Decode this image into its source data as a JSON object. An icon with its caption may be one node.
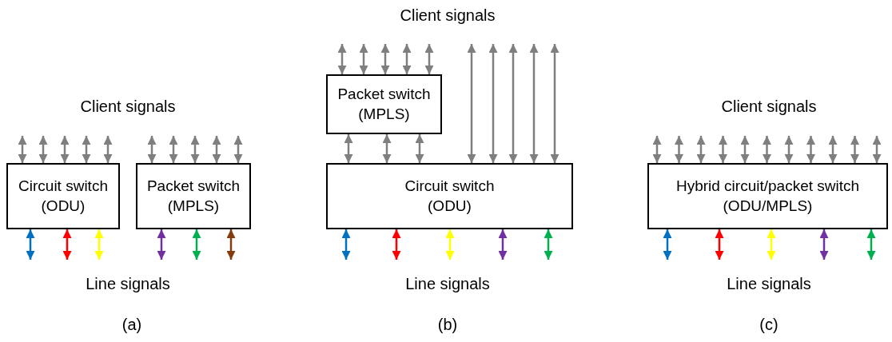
{
  "diagram": {
    "nodes": [
      {
        "text": [
          "Circuit switch (ODU)"
        ]
      },
      {
        "text": [
          "Packet switch (MPLS)"
        ]
      },
      {
        "text": [
          "Packet switch (MPLS)"
        ]
      },
      {
        "text": [
          "Circuit switch (ODU)"
        ]
      },
      {
        "text": [
          "Hybrid circuit/packet switch (ODU/MPLS)"
        ]
      }
    ],
    "edges": [
      {
        "from": 0,
        "to": null,
        "arrow": "both"
      },
      {
        "from": 0,
        "to": null,
        "arrow": "both"
      },
      {
        "from": 0,
        "to": null,
        "arrow": "both"
      },
      {
        "from": 0,
        "to": null,
        "arrow": "both"
      },
      {
        "from": 0,
        "to": null,
        "arrow": "both"
      },
      {
        "from": 1,
        "to": null,
        "arrow": "both"
      },
      {
        "from": 1,
        "to": null,
        "arrow": "both"
      },
      {
        "from": 1,
        "to": null,
        "arrow": "both"
      },
      {
        "from": 1,
        "to": null,
        "arrow": "both"
      },
      {
        "from": 1,
        "to": null,
        "arrow": "both"
      },
      {
        "from": 0,
        "to": null,
        "arrow": "both",
        "color": "#0070c0"
      },
      {
        "from": 0,
        "to": null,
        "arrow": "both",
        "color": "#ff0000"
      },
      {
        "from": 0,
        "to": null,
        "arrow": "both",
        "color": "#ffff00"
      },
      {
        "from": 1,
        "to": null,
        "arrow": "both",
        "color": "#7030a0"
      },
      {
        "from": 1,
        "to": null,
        "arrow": "both",
        "color": "#00b050"
      },
      {
        "from": 1,
        "to": null,
        "arrow": "both",
        "color": "#843c0c"
      },
      {
        "from": 2,
        "to": null,
        "arrow": "both"
      },
      {
        "from": 2,
        "to": null,
        "arrow": "both"
      },
      {
        "from": 2,
        "to": null,
        "arrow": "both"
      },
      {
        "from": 2,
        "to": null,
        "arrow": "both"
      },
      {
        "from": 2,
        "to": null,
        "arrow": "both"
      },
      {
        "from": 3,
        "to": null,
        "arrow": "both"
      },
      {
        "from": 3,
        "to": null,
        "arrow": "both"
      },
      {
        "from": 3,
        "to": null,
        "arrow": "both"
      },
      {
        "from": 3,
        "to": null,
        "arrow": "both"
      },
      {
        "from": 3,
        "to": null,
        "arrow": "both"
      },
      {
        "from": 2,
        "to": 3,
        "arrow": "both"
      },
      {
        "from": 2,
        "to": 3,
        "arrow": "both"
      },
      {
        "from": 2,
        "to": 3,
        "arrow": "both"
      },
      {
        "from": 3,
        "to": null,
        "arrow": "both",
        "color": "#0070c0"
      },
      {
        "from": 3,
        "to": null,
        "arrow": "both",
        "color": "#ff0000"
      },
      {
        "from": 3,
        "to": null,
        "arrow": "both",
        "color": "#ffff00"
      },
      {
        "from": 3,
        "to": null,
        "arrow": "both",
        "color": "#7030a0"
      },
      {
        "from": 3,
        "to": null,
        "arrow": "both",
        "color": "#00b050"
      },
      {
        "from": 4,
        "to": null,
        "arrow": "both"
      },
      {
        "from": 4,
        "to": null,
        "arrow": "both"
      },
      {
        "from": 4,
        "to": null,
        "arrow": "both"
      },
      {
        "from": 4,
        "to": null,
        "arrow": "both"
      },
      {
        "from": 4,
        "to": null,
        "arrow": "both"
      },
      {
        "from": 4,
        "to": null,
        "arrow": "both"
      },
      {
        "from": 4,
        "to": null,
        "arrow": "both"
      },
      {
        "from": 4,
        "to": null,
        "arrow": "both"
      },
      {
        "from": 4,
        "to": null,
        "arrow": "both"
      },
      {
        "from": 4,
        "to": null,
        "arrow": "both"
      },
      {
        "from": 4,
        "to": null,
        "arrow": "both"
      },
      {
        "from": 4,
        "to": null,
        "arrow": "both",
        "color": "#0070c0"
      },
      {
        "from": 4,
        "to": null,
        "arrow": "both",
        "color": "#ff0000"
      },
      {
        "from": 4,
        "to": null,
        "arrow": "both",
        "color": "#ffff00"
      },
      {
        "from": 4,
        "to": null,
        "arrow": "both",
        "color": "#7030a0"
      },
      {
        "from": 4,
        "to": null,
        "arrow": "both",
        "color": "#00b050"
      }
    ],
    "labels": [
      "Client signals",
      "Client signals",
      "Client signals",
      "Line signals",
      "Line signals",
      "Line signals",
      "(a)",
      "(b)",
      "(c)"
    ]
  }
}
